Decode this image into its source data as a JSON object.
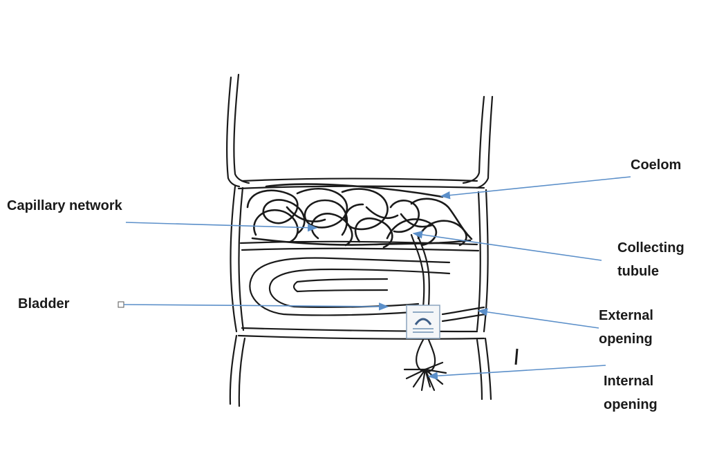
{
  "labels": {
    "coelom": "Coelom",
    "capillary_network": "Capillary network",
    "collecting_line1": "Collecting",
    "collecting_line2": "tubule",
    "bladder": "Bladder",
    "external_line1": "External",
    "external_line2": "opening",
    "internal_line1": "Internal",
    "internal_line2": "opening"
  },
  "colors": {
    "arrow": "#5b8fc9",
    "ink": "#1a1a1a"
  }
}
